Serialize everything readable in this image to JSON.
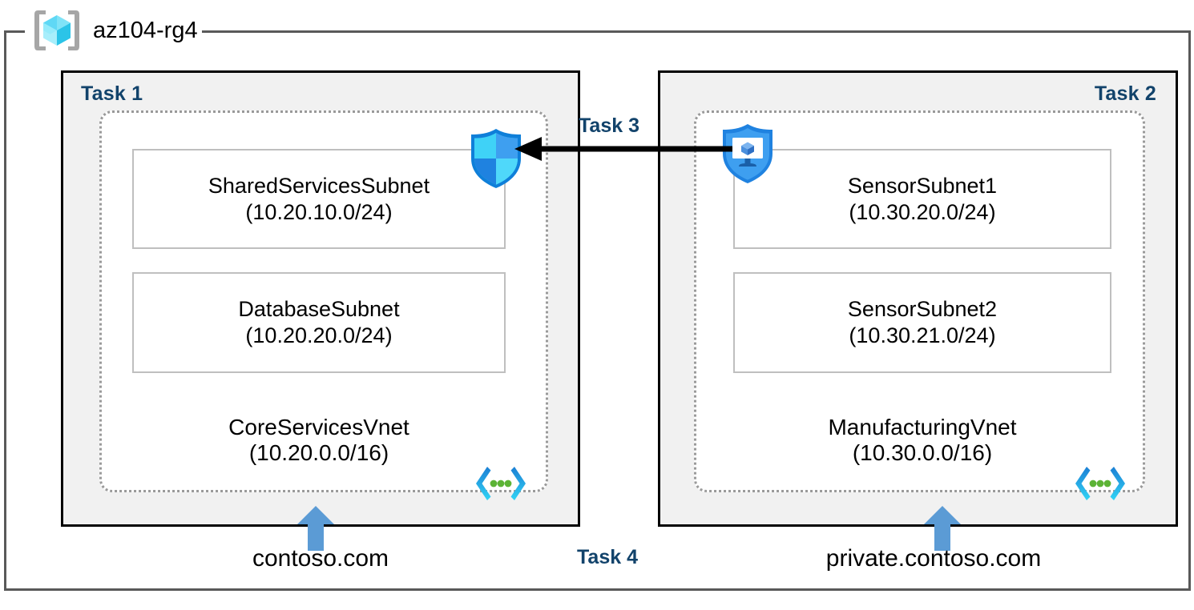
{
  "resource_group": {
    "name": "az104-rg4",
    "icon": "resource-group-cube-icon"
  },
  "panels": [
    {
      "task_label": "Task 1",
      "vnet": {
        "name": "CoreServicesVnet",
        "cidr": "(10.20.0.0/16)",
        "icon": "virtual-network-icon"
      },
      "subnets": [
        {
          "name": "SharedServicesSubnet",
          "cidr": "(10.20.10.0/24)"
        },
        {
          "name": "DatabaseSubnet",
          "cidr": "(10.20.20.0/24)"
        }
      ],
      "dns_zone": "contoso.com"
    },
    {
      "task_label": "Task 2",
      "vnet": {
        "name": "ManufacturingVnet",
        "cidr": "(10.30.0.0/16)",
        "icon": "virtual-network-icon"
      },
      "subnets": [
        {
          "name": "SensorSubnet1",
          "cidr": "(10.30.20.0/24)"
        },
        {
          "name": "SensorSubnet2",
          "cidr": "(10.30.21.0/24)"
        }
      ],
      "dns_zone": "private.contoso.com"
    }
  ],
  "connections": {
    "peering_label": "Task 3",
    "peering_direction": "right-to-left",
    "dns_label": "Task 4"
  },
  "icons": {
    "nsg_shield": "network-security-group-shield-icon",
    "bastion_shield": "bastion-shield-monitor-icon",
    "dns_arrow": "up-arrow-icon"
  },
  "colors": {
    "task_label": "#12436b",
    "panel_fill": "#f1f1f1",
    "panel_border": "#000000",
    "vnet_border": "#9a9a9a",
    "subnet_border": "#bfbfbf",
    "arrow_blue": "#5b9bd5",
    "rg_border": "#595959",
    "azure_cyan": "#32c8f0",
    "azure_blue": "#0f7fd9"
  }
}
